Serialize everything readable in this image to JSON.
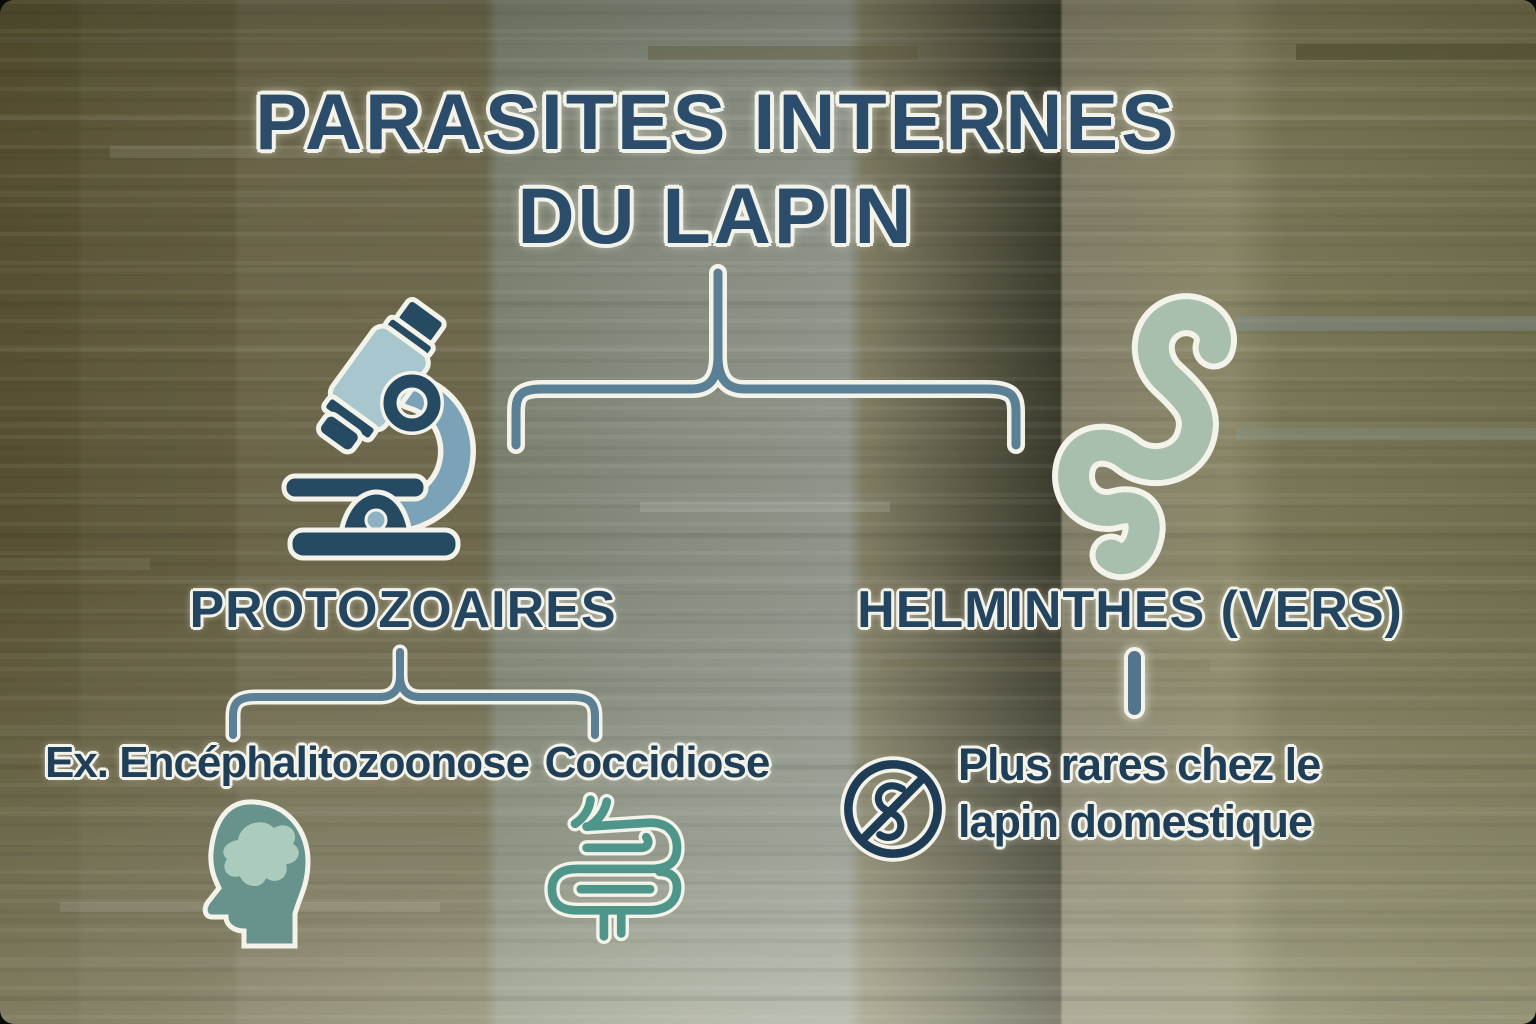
{
  "title": {
    "line1": "PARASITES INTERNES",
    "line2": "DU LAPIN"
  },
  "branches": {
    "left": {
      "label": "PROTOZOAIRES",
      "icon": "microscope-icon",
      "examples": [
        {
          "label": "Ex. Encéphalitozoonose",
          "icon": "brain-head-icon"
        },
        {
          "label": "Coccidiose",
          "icon": "intestine-icon"
        }
      ]
    },
    "right": {
      "label": "HELMINTHES (VERS)",
      "icon": "worm-icon",
      "note": {
        "icon": "no-worm-icon",
        "line1": "Plus rares chez le",
        "line2": "lapin domestique"
      }
    }
  },
  "colors": {
    "text_navy": "#24455f",
    "title_navy": "#2b4d6b",
    "bracket_slate": "#5b7f94",
    "outline_white": "#f3f3ea",
    "worm_sage": "#a9bfae",
    "intestine_teal": "#4e968a",
    "head_teal": "#67938c",
    "brain_light": "#abccbd",
    "microscope_tube": "#a7c6ce",
    "microscope_arm": "#7ba2b6",
    "microscope_dark": "#274a63",
    "background_olive": "#6c674b",
    "background_beige": "#8f958a"
  }
}
